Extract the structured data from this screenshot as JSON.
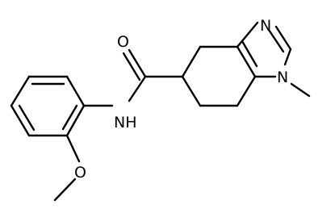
{
  "colors": {
    "background": "#ffffff",
    "bond": "#000000",
    "label": "#000000"
  },
  "atoms": {
    "carbonyl_oxygen": "O",
    "amide_nitrogen": "NH",
    "imidazole_n3": "N",
    "imidazole_n1": "N",
    "methoxy_oxygen": "O"
  }
}
